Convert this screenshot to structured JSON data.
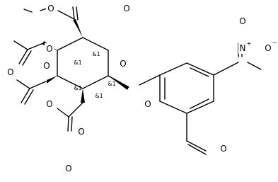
{
  "atoms": {
    "ester_carbonyl_o": "O",
    "ester_o": "O",
    "ring_o": "O",
    "glycosidic_o": "O",
    "oac_o1": "O",
    "oac_o1_carbonyl": "O",
    "oac_o2": "O",
    "oac_o2_carbonyl": "O",
    "oac_o3": "O",
    "oac_o3_carbonyl": "O",
    "nitro_n": "N",
    "nitro_plus": "+",
    "nitro_o_top": "O",
    "nitro_o_right": "O",
    "nitro_minus": "−",
    "aldehyde_o": "O"
  },
  "stereo_labels": {
    "c5": "&1",
    "c4": "&1",
    "c3": "&1",
    "c2": "&1",
    "c1": "&1"
  }
}
